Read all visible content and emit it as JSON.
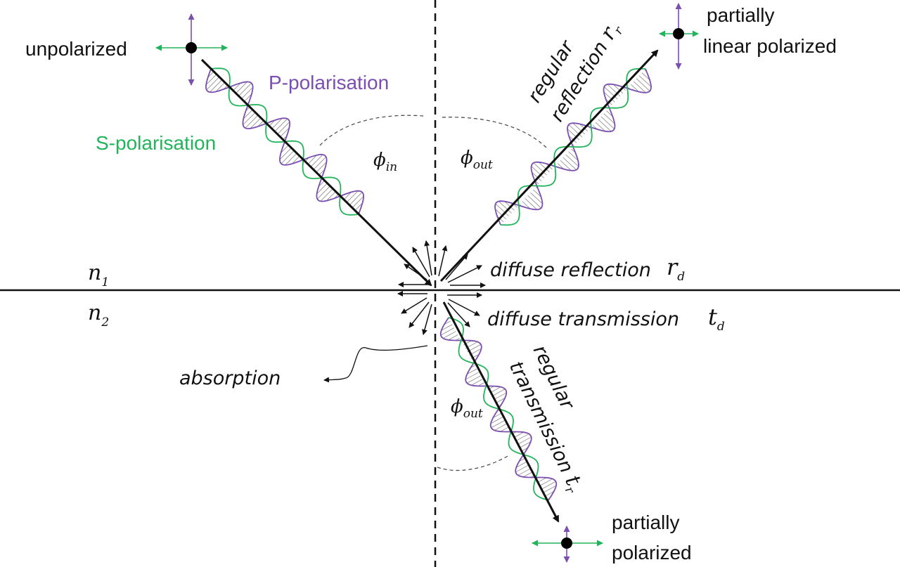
{
  "colors": {
    "p_polarisation": "#7a4fb0",
    "s_polarisation": "#22b45a",
    "ray": "#111111"
  },
  "labels": {
    "unpolarized": "unpolarized",
    "p_polarisation": "P-polarisation",
    "s_polarisation": "S-polarisation",
    "partially_linear_line1": "partially",
    "partially_linear_line2": "linear polarized",
    "regular_reflection_line1": "regular",
    "regular_reflection_line2": "reflection",
    "diffuse_reflection": "diffuse reflection",
    "diffuse_transmission": "diffuse transmission",
    "absorption": "absorption",
    "regular_transmission_line1": "regular",
    "regular_transmission_line2": "transmission",
    "partially_polarized_line1": "partially",
    "partially_polarized_line2": "polarized"
  },
  "symbols": {
    "phi": "ϕ",
    "sub_in": "in",
    "sub_out": "out",
    "n": "n",
    "n1_sub": "1",
    "n2_sub": "2",
    "r": "r",
    "t": "t",
    "sub_r": "r",
    "sub_d": "d"
  },
  "icons": {
    "polarization_marker": "cross-arrows-with-dot"
  }
}
